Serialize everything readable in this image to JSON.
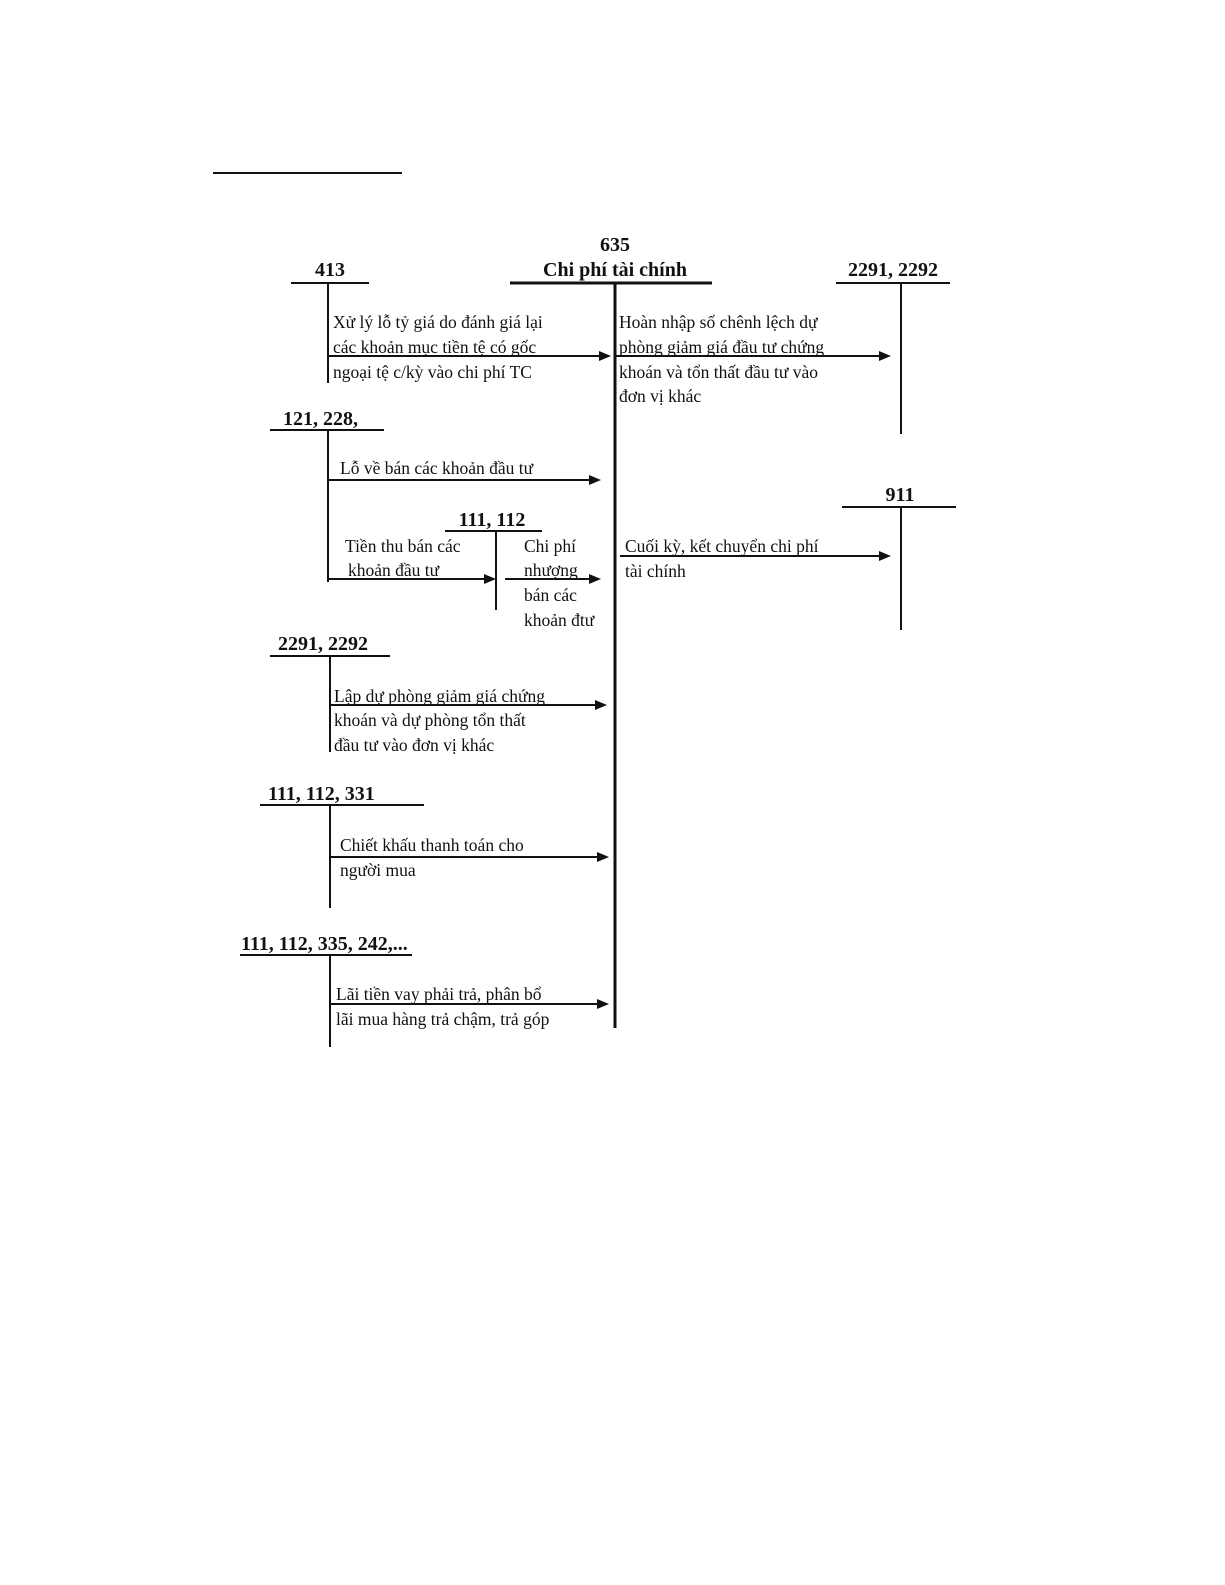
{
  "accounts": {
    "a635_code": "635",
    "a635_name": "Chi phí tài chính",
    "a413": "413",
    "a2291_right": "2291, 2292",
    "a121": "121, 228,",
    "a111_112_inner": "111, 112",
    "a911": "911",
    "a2291_left": "2291, 2292",
    "a111_112_331": "111, 112, 331",
    "a111_112_335": "111, 112, 335, 242,..."
  },
  "entries": {
    "e1": [
      "Xử lý lỗ tỷ giá do đánh giá lại",
      "các khoản mục tiền tệ có gốc",
      "ngoại tệ c/kỳ vào chi phí TC"
    ],
    "e2": [
      "Hoàn nhập số chênh lệch dự",
      "phòng giảm giá đầu tư chứng",
      "khoán và tổn thất đầu tư vào",
      "đơn vị khác"
    ],
    "e3": [
      "Lỗ về bán các khoản đầu tư"
    ],
    "e4": [
      "Tiền thu bán các",
      "khoản đầu tư"
    ],
    "e5": [
      "Chi phí",
      "nhượng",
      "bán các",
      "khoản đtư"
    ],
    "e6": [
      "Cuối kỳ, kết chuyển chi phí",
      "tài chính"
    ],
    "e7": [
      "Lập dự phòng giảm giá chứng",
      "khoán và dự phòng tổn thất",
      "đầu tư vào đơn vị khác"
    ],
    "e8": [
      "Chiết khấu thanh toán cho",
      "người mua"
    ],
    "e9": [
      "Lãi tiền vay phải trả, phân bổ",
      "lãi mua hàng trả chậm, trả góp"
    ]
  }
}
